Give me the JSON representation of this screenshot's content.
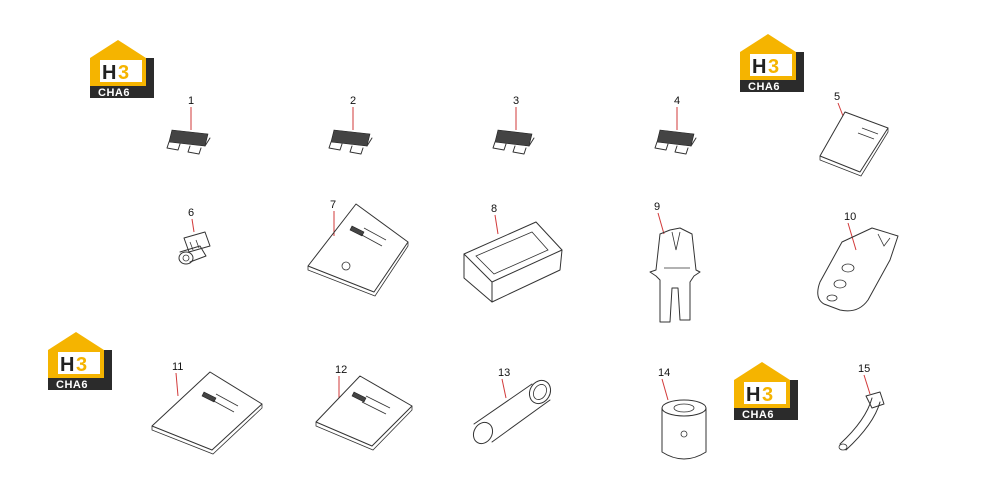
{
  "brand": {
    "mark_main": "H",
    "mark_accent": "3",
    "sub_text": "CHA6",
    "accent_color": "#f5b400",
    "dark_color": "#2b2b2b"
  },
  "parts": [
    {
      "label": "1"
    },
    {
      "label": "2"
    },
    {
      "label": "3"
    },
    {
      "label": "4"
    },
    {
      "label": "5"
    },
    {
      "label": "6"
    },
    {
      "label": "7"
    },
    {
      "label": "8"
    },
    {
      "label": "9"
    },
    {
      "label": "10"
    },
    {
      "label": "11"
    },
    {
      "label": "12"
    },
    {
      "label": "13"
    },
    {
      "label": "14"
    },
    {
      "label": "15"
    }
  ],
  "leader_color": "#d23a3a"
}
